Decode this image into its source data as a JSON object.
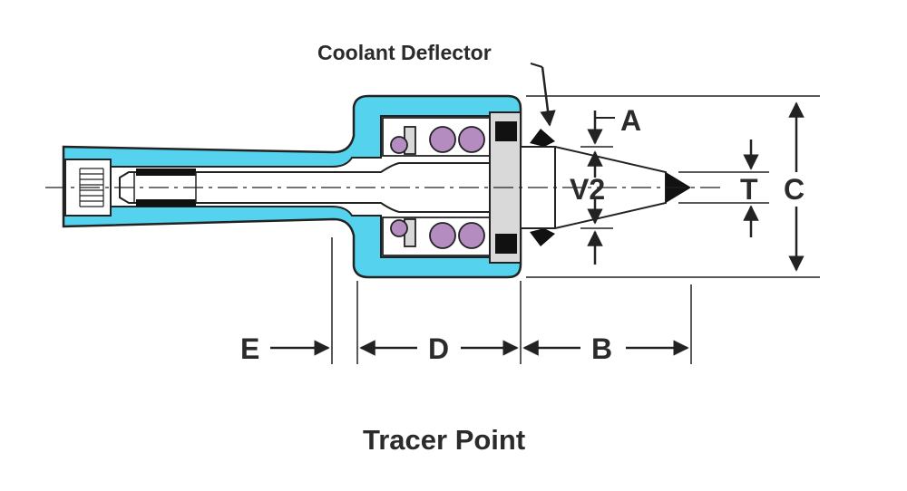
{
  "diagram": {
    "callout_label": "Coolant Deflector",
    "caption": "Tracer Point",
    "dimension_labels": {
      "a": "A",
      "b": "B",
      "c": "C",
      "d": "D",
      "e": "E",
      "t": "T",
      "v2": "V2"
    },
    "colors": {
      "housing": "#55d3ee",
      "bearing_ball": "#b48cbf",
      "seal": "#111111",
      "outline": "#222222",
      "text": "#2b2b2b",
      "shaft": "#ffffff",
      "race": "#d9d9d9"
    }
  }
}
